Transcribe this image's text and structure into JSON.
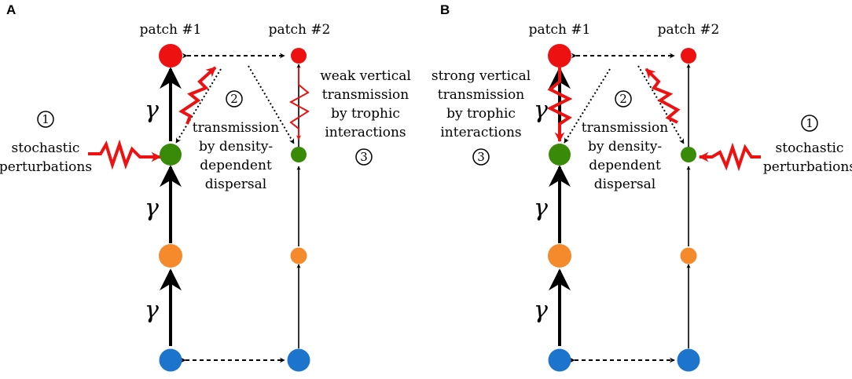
{
  "panels": {
    "a": {
      "letter": "A",
      "patch1": "patch #1",
      "patch2": "patch #2",
      "perturb_num": "1",
      "perturb_lines": [
        "stochastic",
        "perturbations"
      ],
      "dispersal_num": "2",
      "dispersal_lines": [
        "transmission",
        "by density-",
        "dependent",
        "dispersal"
      ],
      "vertical_num": "3",
      "vertical_lines": [
        "weak vertical",
        "transmission",
        "by trophic",
        "interactions"
      ],
      "gamma": "γ"
    },
    "b": {
      "letter": "B",
      "patch1": "patch #1",
      "patch2": "patch #2",
      "perturb_num": "1",
      "perturb_lines": [
        "stochastic",
        "perturbations"
      ],
      "dispersal_num": "2",
      "dispersal_lines": [
        "transmission",
        "by density-",
        "dependent",
        "dispersal"
      ],
      "vertical_num": "3",
      "vertical_lines": [
        "strong vertical",
        "transmission",
        "by trophic",
        "interactions"
      ],
      "gamma": "γ"
    }
  },
  "colors": {
    "top_predator": "#ee1111",
    "consumer": "#3a8a0a",
    "herbivore": "#f58a2c",
    "basal": "#1d74cc",
    "signal": "#ee1111",
    "arrow": "#000000"
  }
}
